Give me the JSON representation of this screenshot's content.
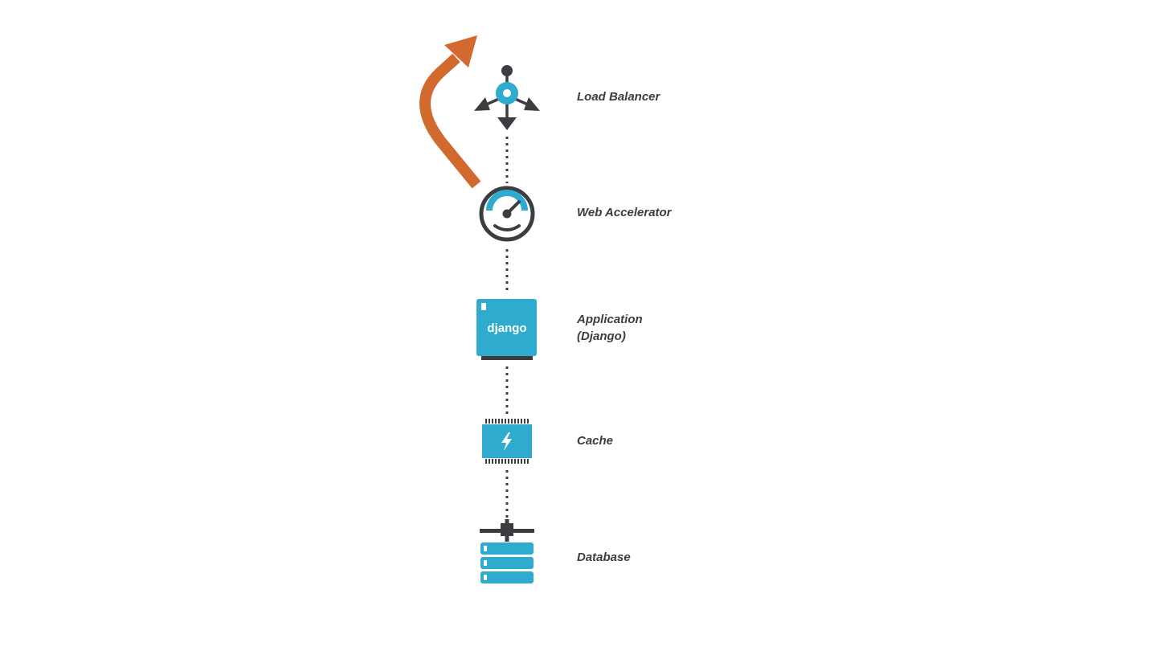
{
  "diagram": {
    "colors": {
      "accent": "#2eabce",
      "dark": "#3d3c41",
      "arrow": "#d2692e",
      "connector": "#3d3c41",
      "background": "#ffffff"
    },
    "nodes": [
      {
        "id": "load-balancer",
        "label": "Load Balancer",
        "icon": "load-balancer-icon"
      },
      {
        "id": "web-accelerator",
        "label": "Web Accelerator",
        "icon": "speedometer-icon"
      },
      {
        "id": "application",
        "label_lines": [
          "Application",
          "(Django)"
        ],
        "icon": "server-icon",
        "icon_text": "django"
      },
      {
        "id": "cache",
        "label": "Cache",
        "icon": "memory-chip-icon"
      },
      {
        "id": "database",
        "label": "Database",
        "icon": "database-stack-icon"
      }
    ],
    "edges": [
      {
        "from": "load-balancer",
        "to": "web-accelerator",
        "style": "dotted"
      },
      {
        "from": "web-accelerator",
        "to": "application",
        "style": "dotted"
      },
      {
        "from": "application",
        "to": "cache",
        "style": "dotted"
      },
      {
        "from": "cache",
        "to": "database",
        "style": "dotted"
      }
    ],
    "bypass_arrow": {
      "from": "web-accelerator",
      "direction": "outward",
      "icon": "curved-arrow-icon"
    }
  }
}
